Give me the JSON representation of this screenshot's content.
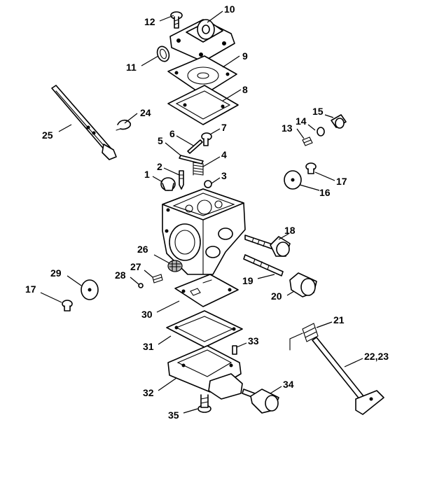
{
  "labels": {
    "p1": "1",
    "p2": "2",
    "p3": "3",
    "p4": "4",
    "p5": "5",
    "p6": "6",
    "p7": "7",
    "p8": "8",
    "p9": "9",
    "p10": "10",
    "p11": "11",
    "p12": "12",
    "p13": "13",
    "p14": "14",
    "p15": "15",
    "p16": "16",
    "p17a": "17",
    "p17b": "17",
    "p18": "18",
    "p19": "19",
    "p20": "20",
    "p21": "21",
    "p22_23": "22,23",
    "p24": "24",
    "p25": "25",
    "p26": "26",
    "p27": "27",
    "p28": "28",
    "p29": "29",
    "p30": "30",
    "p31": "31",
    "p32": "32",
    "p33": "33",
    "p34": "34",
    "p35": "35"
  }
}
